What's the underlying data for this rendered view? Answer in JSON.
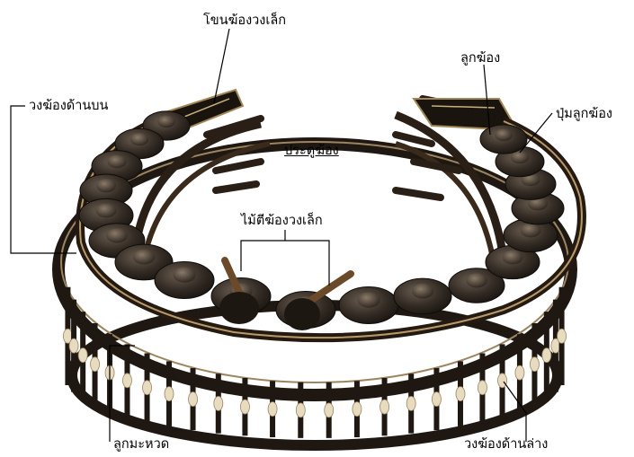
{
  "labels": {
    "small_gong_frame_end": "โขนฆ้องวงเล็ก",
    "upper_ring": "วงฆ้องด้านบน",
    "gong_kettle": "ลูกฆ้อง",
    "gong_boss": "ปุ่มลูกฆ้อง",
    "gong_opening": "ประตูฆ้อง",
    "mallets": "ไม้ตีฆ้องวงเล็ก",
    "rattan_beads": "ลูกมะหวด",
    "lower_ring": "วงฆ้องด้านล่าง"
  },
  "colors": {
    "background": "#ffffff",
    "rattan": "#3a2a1c",
    "rattan_light": "#b89a6a",
    "gong_dark": "#2a2520",
    "gong_mid": "#4a4038",
    "bead": "#e8dcc0",
    "leader_line": "#000000"
  }
}
